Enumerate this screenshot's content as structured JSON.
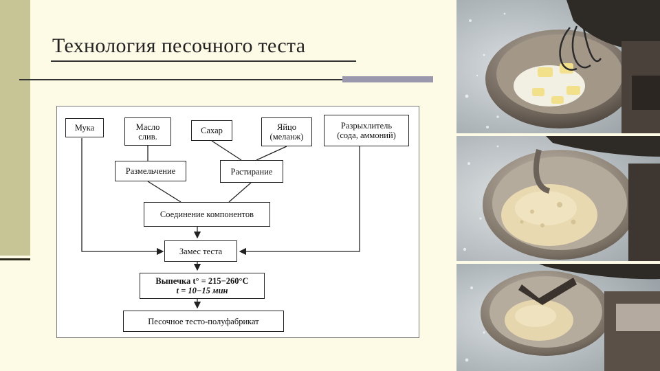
{
  "slide": {
    "title": "Технология песочного теста"
  },
  "diagram": {
    "ingredients": {
      "flour": "Мука",
      "butter_line1": "Масло",
      "butter_line2": "слив.",
      "sugar": "Сахар",
      "egg_line1": "Яйцо",
      "egg_line2": "(меланж)",
      "leavening_line1": "Разрыхлитель",
      "leavening_line2": "(сода, аммоний)"
    },
    "steps": {
      "grinding": "Размельчение",
      "rubbing": "Растирание",
      "combining": "Соединение компонентов",
      "kneading": "Замес теста",
      "baking_line1": "Выпечка t° = 215−260°C",
      "baking_line2": "t = 10−15 мин",
      "product": "Песочное тесто-полуфабрикат"
    }
  },
  "photos": [
    {
      "subject": "mixer-bowl-butter-sugar"
    },
    {
      "subject": "mixer-bowl-crumbly-dough"
    },
    {
      "subject": "mixer-bowl-dough-ball"
    }
  ],
  "colors": {
    "background": "#fdfbe6",
    "accent_bar": "#c7c596",
    "gray_rule": "#9a98ac"
  }
}
